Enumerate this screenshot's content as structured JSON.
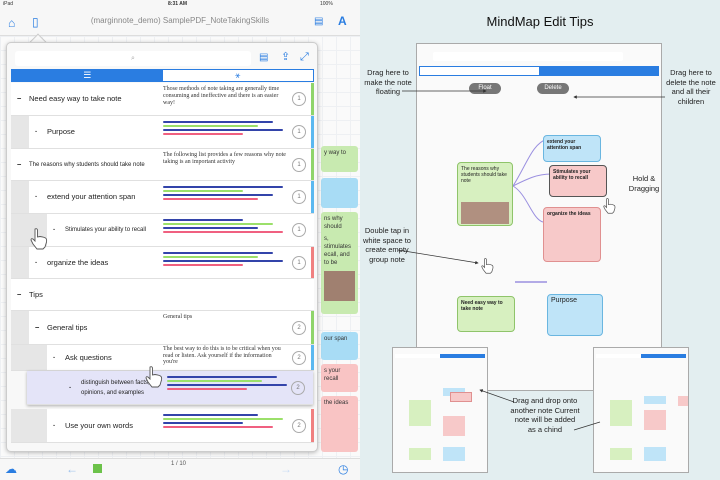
{
  "status_bar": {
    "device": "iPad",
    "time": "8:31 AM",
    "battery": "100%"
  },
  "nav": {
    "title": "(marginnote_demo) SamplePDF_NoteTakingSkills"
  },
  "outline": {
    "search_placeholder": "",
    "rows": [
      {
        "label": "Need easy way to take note",
        "level": 0,
        "expander": "−",
        "excerpt": "Those methods of note taking are generally time consuming and ineffective and there is an easier way!",
        "count": "1",
        "color": "#8fd46a"
      },
      {
        "label": "Purpose",
        "level": 1,
        "expander": "·",
        "excerpt": "",
        "count": "1",
        "color": "#5bb8f0"
      },
      {
        "label": "The reasons why students should take note",
        "level": 0,
        "expander": "−",
        "excerpt": "The following list provides a few reasons why note taking is an important activity",
        "count": "1",
        "color": "#8fd46a"
      },
      {
        "label": "extend your attention span",
        "level": 1,
        "expander": "·",
        "excerpt": "",
        "count": "1",
        "color": "#5bb8f0"
      },
      {
        "label": "Stimulates your ability to recall",
        "level": 2,
        "expander": "·",
        "excerpt": "",
        "count": "1",
        "color": ""
      },
      {
        "label": "organize the ideas",
        "level": 1,
        "expander": "·",
        "excerpt": "",
        "count": "1",
        "color": "#f08080"
      },
      {
        "label": "Tips",
        "level": 0,
        "expander": "−",
        "excerpt": "",
        "count": "",
        "color": ""
      },
      {
        "label": "General tips",
        "level": 1,
        "expander": "−",
        "excerpt": "General tips",
        "count": "2",
        "color": "#8fd46a"
      },
      {
        "label": "Ask questions",
        "level": 2,
        "expander": "·",
        "excerpt": "The best way to do this is to be critical when you read or listen.  Ask yourself if the information you're",
        "count": "2",
        "color": "#5bb8f0"
      },
      {
        "label": "distinguish between facts, opinions, and examples",
        "level": 2,
        "expander": "·",
        "excerpt": "",
        "count": "2",
        "color": ""
      },
      {
        "label": "Use your own words",
        "level": 2,
        "expander": "·",
        "excerpt": "",
        "count": "2",
        "color": "#f08080"
      }
    ]
  },
  "side_cards": [
    "y way to",
    "",
    "ns why should",
    "s, stimulates ecall, and to be",
    "our span",
    "s your recall",
    "the ideas"
  ],
  "bottom": {
    "page": "1 / 10"
  },
  "tips": {
    "title": "MindMap Edit Tips",
    "float_btn": "Float",
    "delete_btn": "Delete",
    "ann_float": "Drag here to make the note floating",
    "ann_delete": "Drag here to delete the note and all their children",
    "ann_hold": "Hold & Dragging",
    "ann_double": "Double tap in white space to create empty group note",
    "ann_drop": "Drag and drop onto another note Current note will be added as a chind",
    "nodes": {
      "reasons": "The reasons why students should take note",
      "extend": "extend your attention span",
      "stimulates": "Stimulates your ability to recall",
      "organize": "organize the ideas",
      "need": "Need easy way to take note",
      "purpose": "Purpose"
    }
  }
}
